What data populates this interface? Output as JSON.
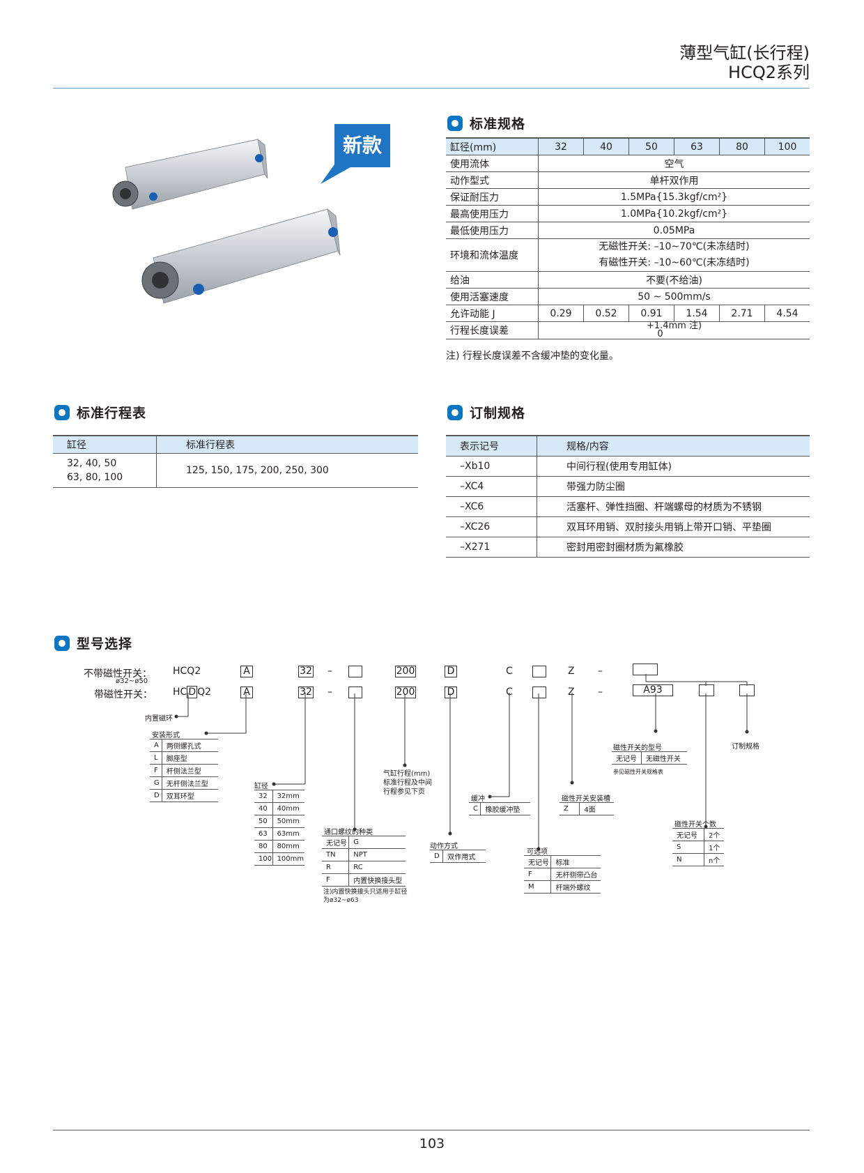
{
  "header": {
    "title_line1": "薄型气缸(长行程)",
    "title_line2": "HCQ2系列"
  },
  "product_badge": "新款",
  "standard_spec": {
    "title": "标准规格",
    "head_label": "缸径(mm)",
    "bores": [
      "32",
      "40",
      "50",
      "63",
      "80",
      "100"
    ],
    "rows": [
      {
        "label": "使用流体",
        "value": "空气"
      },
      {
        "label": "动作型式",
        "value": "单杆双作用"
      },
      {
        "label": "保证耐压力",
        "value": "1.5MPa{15.3kgf/cm²}"
      },
      {
        "label": "最高使用压力",
        "value": "1.0MPa{10.2kgf/cm²}"
      },
      {
        "label": "最低使用压力",
        "value": "0.05MPa"
      }
    ],
    "temp_label": "环境和流体温度",
    "temp_line1": "无磁性开关: –10~70℃(未冻结时)",
    "temp_line2": "有磁性开关: –10~60℃(未冻结时)",
    "oil_label": "给油",
    "oil_value": "不要(不给油)",
    "speed_label": "使用活塞速度",
    "speed_value": "50 ~ 500mm/s",
    "energy_label": "允许动能 J",
    "energy_values": [
      "0.29",
      "0.52",
      "0.91",
      "1.54",
      "2.71",
      "4.54"
    ],
    "tol_label": "行程长度误差",
    "tol_upper": "+1.4mm",
    "tol_note": "注)",
    "tol_lower": "0",
    "footnote": "注) 行程长度误差不含缓冲垫的变化量。"
  },
  "stroke_table": {
    "title": "标准行程表",
    "col1": "缸径",
    "col2": "标准行程表",
    "bores_line1": "32, 40, 50",
    "bores_line2": "63, 80, 100",
    "strokes": "125, 150, 175, 200, 250, 300"
  },
  "custom_spec": {
    "title": "订制规格",
    "col1": "表示记号",
    "col2": "规格/内容",
    "rows": [
      {
        "code": "–Xb10",
        "desc": "中间行程(使用专用缸体)"
      },
      {
        "code": "–XC4",
        "desc": "带强力防尘圈"
      },
      {
        "code": "–XC6",
        "desc": "活塞杆、弹性挡圈、杆端螺母的材质为不锈钢"
      },
      {
        "code": "–XC26",
        "desc": "双耳环用销、双肘接头用销上带开口销、平垫圈"
      },
      {
        "code": "–X271",
        "desc": "密封用密封圈材质为氟橡胶"
      }
    ]
  },
  "model": {
    "title": "型号选择",
    "row1_label": "不带磁性开关：",
    "row1_sub": "ø32~ø50",
    "row2_label": "带磁性开关：",
    "series": "HCQ2",
    "series_pre": "HC",
    "series_d": "D",
    "series_post": "Q2",
    "mount": "A",
    "bore": "32",
    "dash": "–",
    "stroke": "200",
    "action": "D",
    "cushion": "C",
    "mount_slot": "Z",
    "switch": "A93",
    "mag_ring_label": "内置磁环",
    "mount_title": "安装形式",
    "mount_rows": [
      {
        "k": "A",
        "v": "两侧螺孔式"
      },
      {
        "k": "L",
        "v": "脚座型"
      },
      {
        "k": "F",
        "v": "杆侧法兰型"
      },
      {
        "k": "G",
        "v": "无杆侧法兰型"
      },
      {
        "k": "D",
        "v": "双耳环型"
      }
    ],
    "bore_title": "缸径",
    "bore_rows": [
      {
        "k": "32",
        "v": "32mm"
      },
      {
        "k": "40",
        "v": "40mm"
      },
      {
        "k": "50",
        "v": "50mm"
      },
      {
        "k": "63",
        "v": "63mm"
      },
      {
        "k": "80",
        "v": "80mm"
      },
      {
        "k": "100",
        "v": "100mm"
      }
    ],
    "thread_title": "通口螺纹的种类",
    "thread_rows": [
      {
        "k": "无记号",
        "v": "G"
      },
      {
        "k": "TN",
        "v": "NPT"
      },
      {
        "k": "R",
        "v": "RC"
      },
      {
        "k": "F",
        "v": "内置快换接头型"
      }
    ],
    "thread_note1": "注)内置快换接头只适用于缸径",
    "thread_note2": "为ø32~ø63",
    "stroke_note1": "气缸行程(mm)",
    "stroke_note2": "标准行程及中间",
    "stroke_note3": "行程参见下页",
    "action_title": "动作方式",
    "action_rows": [
      {
        "k": "D",
        "v": "双作用式"
      }
    ],
    "cushion_title": "缓冲",
    "cushion_rows": [
      {
        "k": "C",
        "v": "橡胶缓冲垫"
      }
    ],
    "option_title": "可选项",
    "option_rows": [
      {
        "k": "无记号",
        "v": "标准"
      },
      {
        "k": "F",
        "v": "无杆侧带凸台"
      },
      {
        "k": "M",
        "v": "杆端外螺纹"
      }
    ],
    "slot_title": "磁性开关安装槽",
    "slot_rows": [
      {
        "k": "Z",
        "v": "4面"
      }
    ],
    "switch_title": "磁性开关的型号",
    "switch_rows": [
      {
        "k": "无记号",
        "v": "无磁性开关"
      }
    ],
    "switch_note": "参见磁性开关规格表",
    "count_title": "磁性开关个数",
    "count_rows": [
      {
        "k": "无记号",
        "v": "2个"
      },
      {
        "k": "S",
        "v": "1个"
      },
      {
        "k": "N",
        "v": "n个"
      }
    ],
    "custom_label": "订制规格"
  },
  "page_number": "103"
}
